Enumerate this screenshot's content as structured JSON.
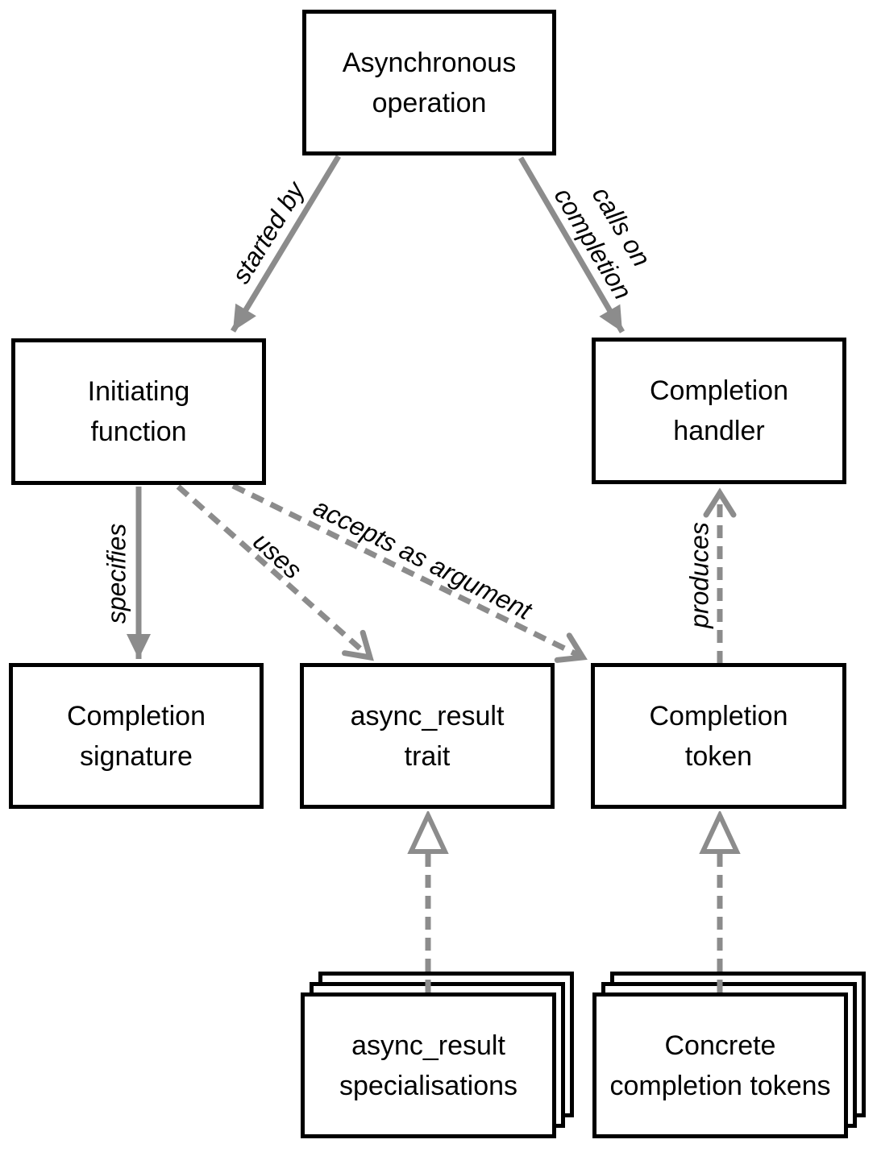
{
  "colors": {
    "background": "#ffffff",
    "box_fill": "#ffffff",
    "box_border": "#000000",
    "text": "#000000",
    "arrow_gray": "#8c8c8c"
  },
  "nodes": {
    "asynchronous_operation": {
      "lines": [
        "Asynchronous",
        "operation"
      ]
    },
    "initiating_function": {
      "lines": [
        "Initiating",
        "function"
      ]
    },
    "completion_handler": {
      "lines": [
        "Completion",
        "handler"
      ]
    },
    "completion_signature": {
      "lines": [
        "Completion",
        "signature"
      ]
    },
    "async_result_trait": {
      "lines": [
        "async_result",
        "trait"
      ]
    },
    "completion_token": {
      "lines": [
        "Completion",
        "token"
      ]
    },
    "async_result_specialisations": {
      "lines": [
        "async_result",
        "specialisations"
      ],
      "stacked": true
    },
    "concrete_completion_tokens": {
      "lines": [
        "Concrete",
        "completion tokens"
      ],
      "stacked": true
    }
  },
  "edges": [
    {
      "from": "asynchronous_operation",
      "to": "initiating_function",
      "label_lines": [
        "started by"
      ],
      "line": "solid",
      "head": "filled-arrow"
    },
    {
      "from": "asynchronous_operation",
      "to": "completion_handler",
      "label_lines": [
        "calls on",
        "completion"
      ],
      "line": "solid",
      "head": "filled-arrow"
    },
    {
      "from": "initiating_function",
      "to": "completion_signature",
      "label_lines": [
        "specifies"
      ],
      "line": "solid",
      "head": "filled-arrow"
    },
    {
      "from": "initiating_function",
      "to": "async_result_trait",
      "label_lines": [
        "uses"
      ],
      "line": "dashed",
      "head": "open-arrow"
    },
    {
      "from": "initiating_function",
      "to": "completion_token",
      "label_lines": [
        "accepts as argument"
      ],
      "line": "dashed",
      "head": "open-arrow"
    },
    {
      "from": "completion_token",
      "to": "completion_handler",
      "label_lines": [
        "produces"
      ],
      "line": "dashed",
      "head": "open-arrow"
    },
    {
      "from": "async_result_specialisations",
      "to": "async_result_trait",
      "label_lines": [],
      "line": "dashed",
      "head": "hollow-triangle"
    },
    {
      "from": "concrete_completion_tokens",
      "to": "completion_token",
      "label_lines": [],
      "line": "dashed",
      "head": "hollow-triangle"
    }
  ]
}
